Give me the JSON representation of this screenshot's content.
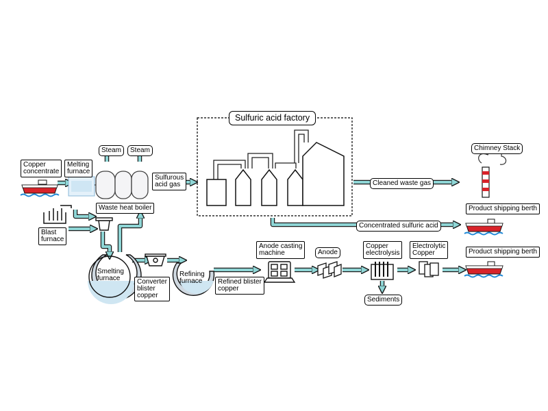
{
  "colors": {
    "pipe_fill": "#8fd6d6",
    "pipe_stroke": "#1a1a1a",
    "furnace_liquid": "#cfe6f2",
    "ship_red": "#d8232a",
    "water_blue": "#1f88d6"
  },
  "labels": {
    "copper_concentrate": "Copper\nconcentrate",
    "melting_furnace": "Melting\nfurnace",
    "steam_1": "Steam",
    "steam_2": "Steam",
    "sulfurous_acid_gas": "Sulfurous\nacid gas",
    "waste_heat_boiler": "Waste heat boiler",
    "blast_furnace": "Blast\nfurnace",
    "smelting_furnace": "Smelting\nfurnace",
    "converter_blister_copper": "Converter\nblister\ncopper",
    "refining_furnace": "Refining\nfurnace",
    "refined_blister_copper": "Refined blister\ncopper",
    "sulfuric_acid_factory": "Sulfuric acid factory",
    "chimney_stack": "Chimney Stack",
    "cleaned_waste_gas": "Cleaned waste gas",
    "product_shipping_berth_1": "Product shipping berth",
    "concentrated_sulfuric_acid": "Concentrated sulfuric acid",
    "product_shipping_berth_2": "Product shipping berth",
    "anode_casting_machine": "Anode casting\nmachine",
    "anode": "Anode",
    "copper_electrolysis": "Copper\nelectrolysis",
    "electrolytic_copper": "Electrolytic\nCopper",
    "sediments": "Sediments"
  }
}
